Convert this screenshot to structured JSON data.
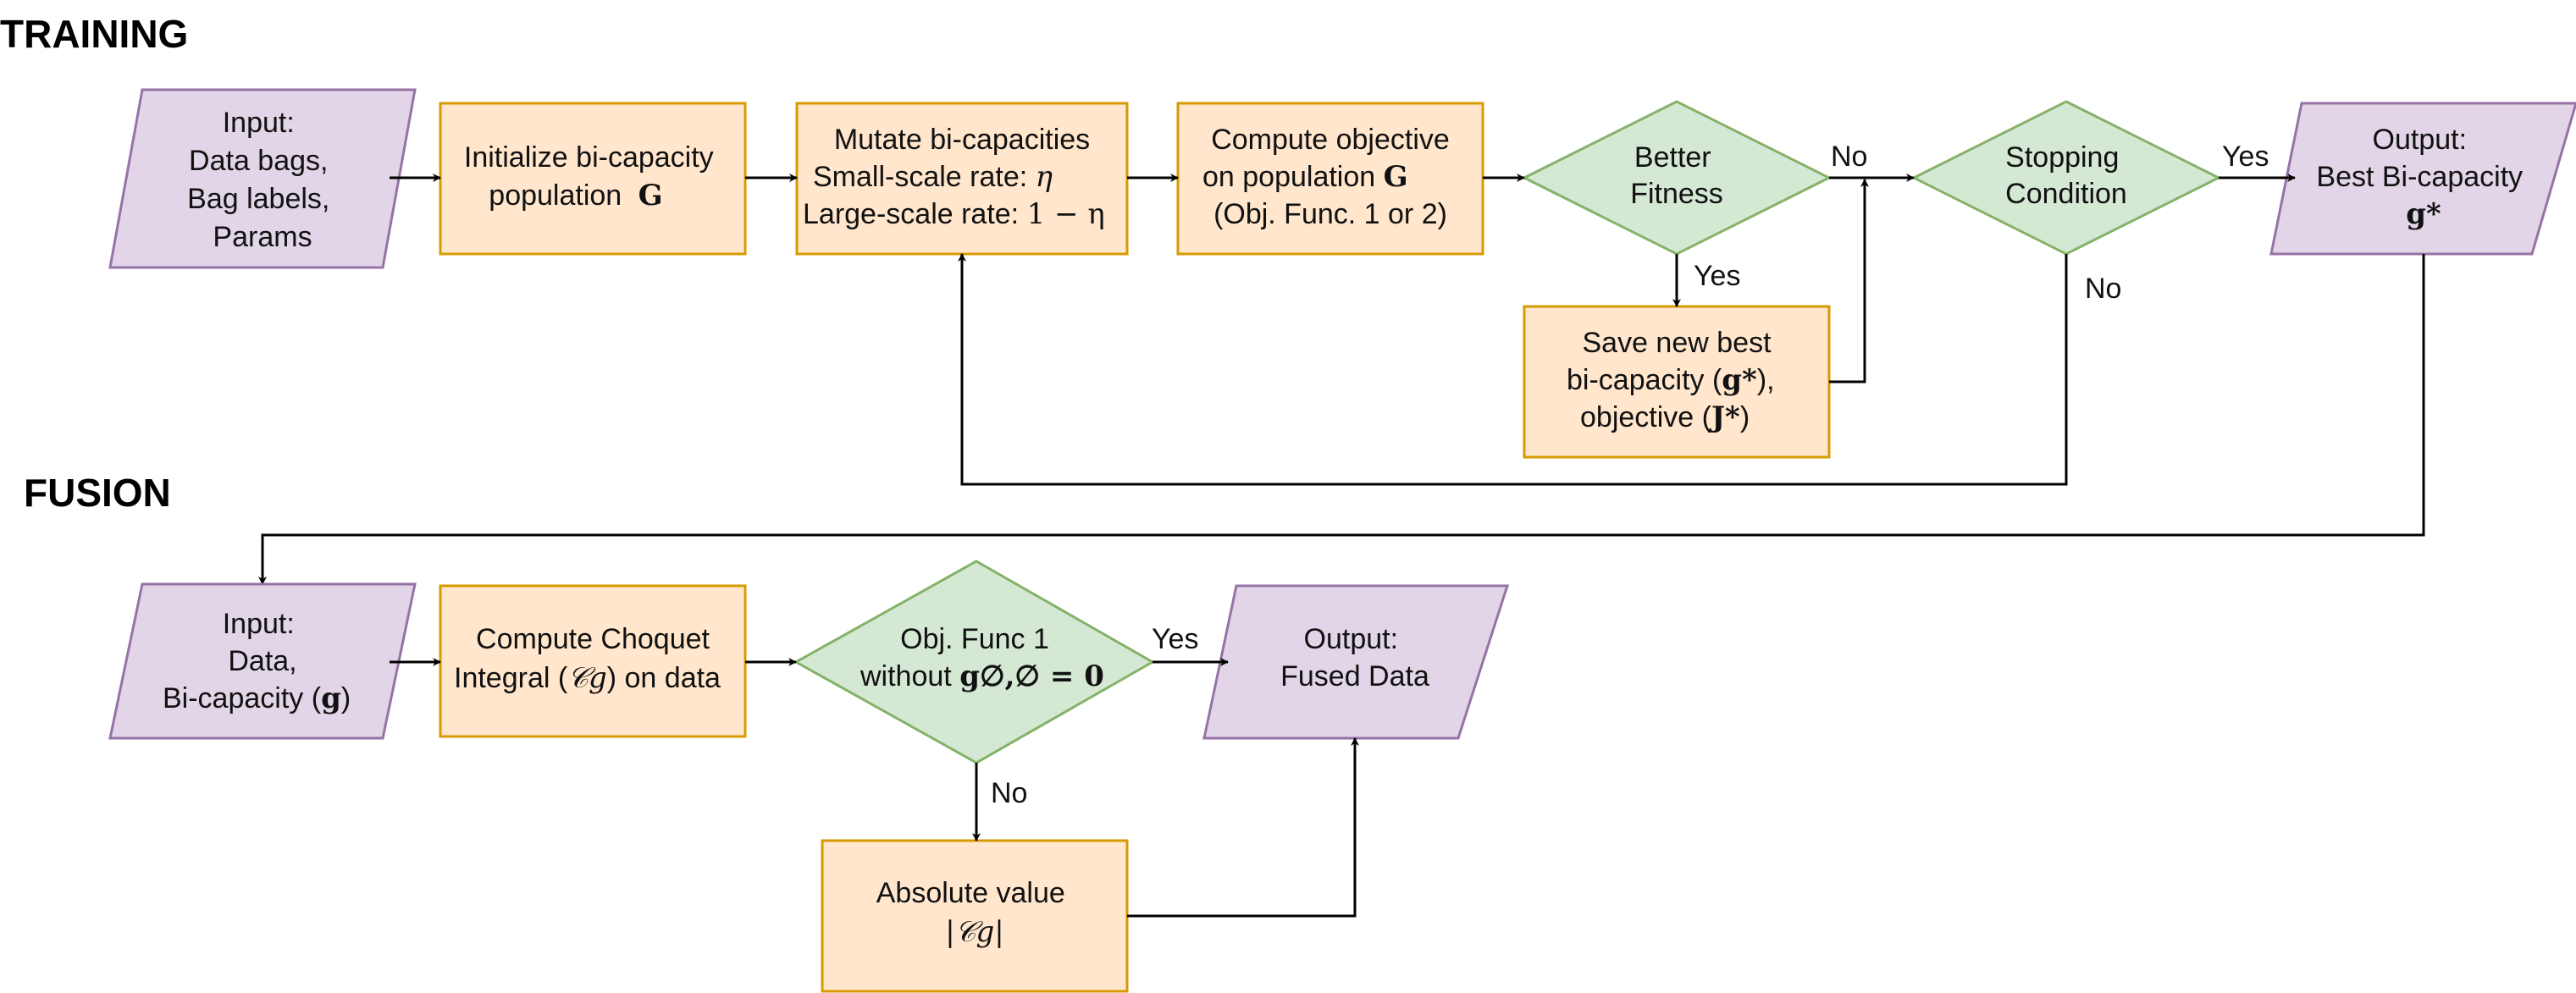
{
  "sections": {
    "training": "TRAINING",
    "fusion": "FUSION"
  },
  "training": {
    "input": [
      "Input:",
      "Data bags,",
      "Bag labels,",
      "Params"
    ],
    "init": [
      "Initialize bi-capacity",
      "population",
      "G"
    ],
    "mutate": [
      "Mutate bi-capacities",
      "Small-scale rate: ",
      "η",
      "Large-scale rate: ",
      "1 − η"
    ],
    "compute": [
      "Compute objective",
      "on population ",
      "G",
      "(Obj. Func. 1 or 2)"
    ],
    "better": [
      "Better",
      "Fitness"
    ],
    "save": [
      "Save new best",
      "bi-capacity (",
      "g*",
      "),",
      "objective (",
      "J*",
      ")"
    ],
    "stopping": [
      "Stopping",
      "Condition"
    ],
    "output": [
      "Output:",
      "Best Bi-capacity",
      "g*"
    ]
  },
  "fusion": {
    "input": [
      "Input:",
      "Data,",
      "Bi-capacity (",
      "g",
      ")"
    ],
    "choquet": [
      "Compute Choquet",
      "Integral (",
      "𝒞g",
      ") on data"
    ],
    "objfunc": [
      "Obj. Func 1",
      "without ",
      "g∅,∅ = 0"
    ],
    "output": [
      "Output:",
      "Fused Data"
    ],
    "absolute": [
      "Absolute value",
      "|𝒞g|"
    ]
  },
  "edge_labels": {
    "better_no": "No",
    "better_yes": "Yes",
    "stop_yes": "Yes",
    "stop_no": "No",
    "obj_yes": "Yes",
    "obj_no": "No"
  }
}
